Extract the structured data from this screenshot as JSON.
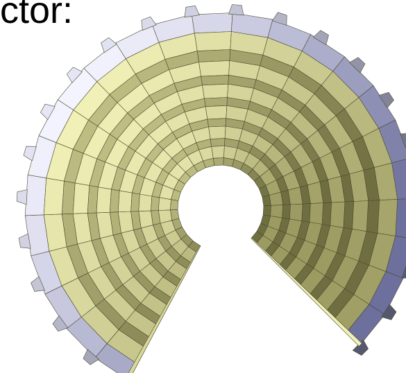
{
  "caption": {
    "text": "ctor:"
  },
  "diagram": {
    "element_name": "segmented-ring-structure",
    "arc_open_side": "bottom",
    "ring_layers": 6,
    "segments_per_layer": 24,
    "tabs_on_outer_rim": 22,
    "colors": {
      "outer_rim": "#b9bbe8",
      "outer_rim_dark": "#6d6f9c",
      "segment_light": "#f1f0b6",
      "segment_mid": "#d8d899",
      "segment_dark": "#9c9c62",
      "segment_shadow": "#6f6e40",
      "edge": "#4a4a30"
    }
  }
}
